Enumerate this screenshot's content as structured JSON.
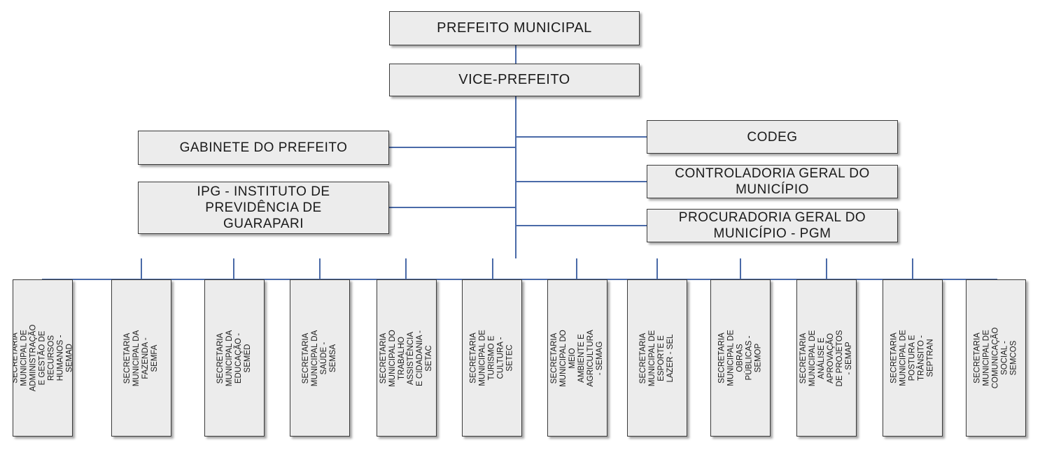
{
  "colors": {
    "connector": "#4a6aa8",
    "box_fill": "#ececec",
    "box_border": "#3a3a3a"
  },
  "top": {
    "mayor": "PREFEITO MUNICIPAL",
    "vice": "VICE-PREFEITO"
  },
  "left": {
    "gabinete": "GABINETE DO PREFEITO",
    "ipg": "IPG - INSTITUTO  DE PREVIDÊNCIA DE GUARAPARI"
  },
  "right": {
    "codeg": "CODEG",
    "controladoria": "CONTROLADORIA GERAL DO MUNICÍPIO",
    "procuradoria": "PROCURADORIA GERAL DO MUNICÍPIO - PGM"
  },
  "secretarias": [
    "SECRETARIA MUNICIPAL DE ADMINISTRAÇÃO E GESTÃO DE RECURSOS HUMANOS - SEMAD",
    "SECRETARIA MUNICIPAL DA FAZENDA - SEMFA",
    "SECRETARIA MUNICIPAL DA EDUCAÇÃO - SEMED",
    "SECRETARIA MUNICIPAL DA SAÚDE - SEMSA",
    "SECRETARIA MUNICIPAL DO TRABALHO ASSISTÊNCIA E CIDADANIA - SETAC",
    "SECRETARIA MUNICIPAL DE TURISMO E CULTURA - SETEC",
    "SECRETARIA MUNICIPAL DO MEIO AMBIENTE E AGRICULTURA - SEMAG",
    "SECRETARIA MUNICIPAL DE ESPORTE E LAZER - SEL",
    "SECRETARIA MUNICIPAL DE OBRAS PÚBLICAS - SEMOP",
    "SECRETARIA MUNICIPAL DE ANÁLISE E APROVAÇÃO DE PROJETOS - SEMAP",
    "SECRETARIA MUNICIPAL DE POSTURA E TRÂNSITO - SEPTRAN",
    "SECRETARIA MUNICIPAL DE COMUNICAÇÃO SOCIAL - SEMCOS"
  ]
}
